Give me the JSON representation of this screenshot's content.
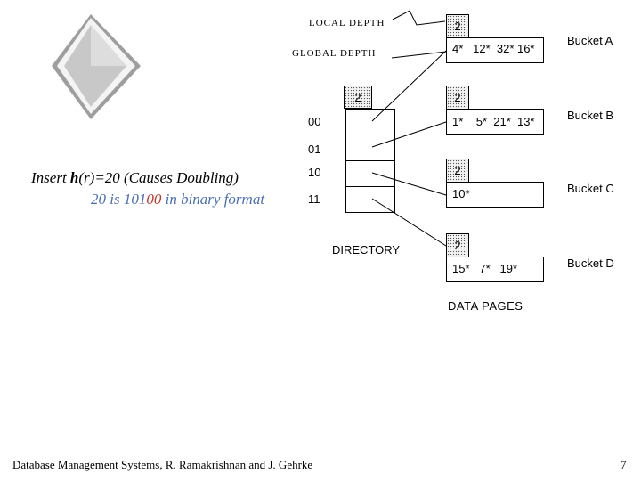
{
  "labels": {
    "local_depth": "LOCAL DEPTH",
    "global_depth": "GLOBAL DEPTH",
    "directory": "DIRECTORY",
    "data_pages": "DATA PAGES"
  },
  "global_depth_value": "2",
  "directory_entries": [
    "00",
    "01",
    "10",
    "11"
  ],
  "buckets": [
    {
      "local_depth": "2",
      "contents": "4*   12*  32* 16*",
      "name": "Bucket A"
    },
    {
      "local_depth": "2",
      "contents": "1*    5*  21*  13*",
      "name": "Bucket B"
    },
    {
      "local_depth": "2",
      "contents": "10*",
      "name": "Bucket C"
    },
    {
      "local_depth": "2",
      "contents": "15*   7*   19*",
      "name": "Bucket D"
    }
  ],
  "insert_text": {
    "pre": "Insert ",
    "h": "h",
    "post": "(r)=20 (Causes Doubling)"
  },
  "binary_text": {
    "pre": "20 is 101",
    "highlight": "00",
    "post": " in binary format"
  },
  "footer": {
    "citation": "Database Management Systems, R. Ramakrishnan and J. Gehrke",
    "page_number": "7"
  },
  "colors": {
    "binary_text": "#4a6fb5",
    "binary_highlight": "#c0392b",
    "diamond": "#c8c8c8"
  }
}
